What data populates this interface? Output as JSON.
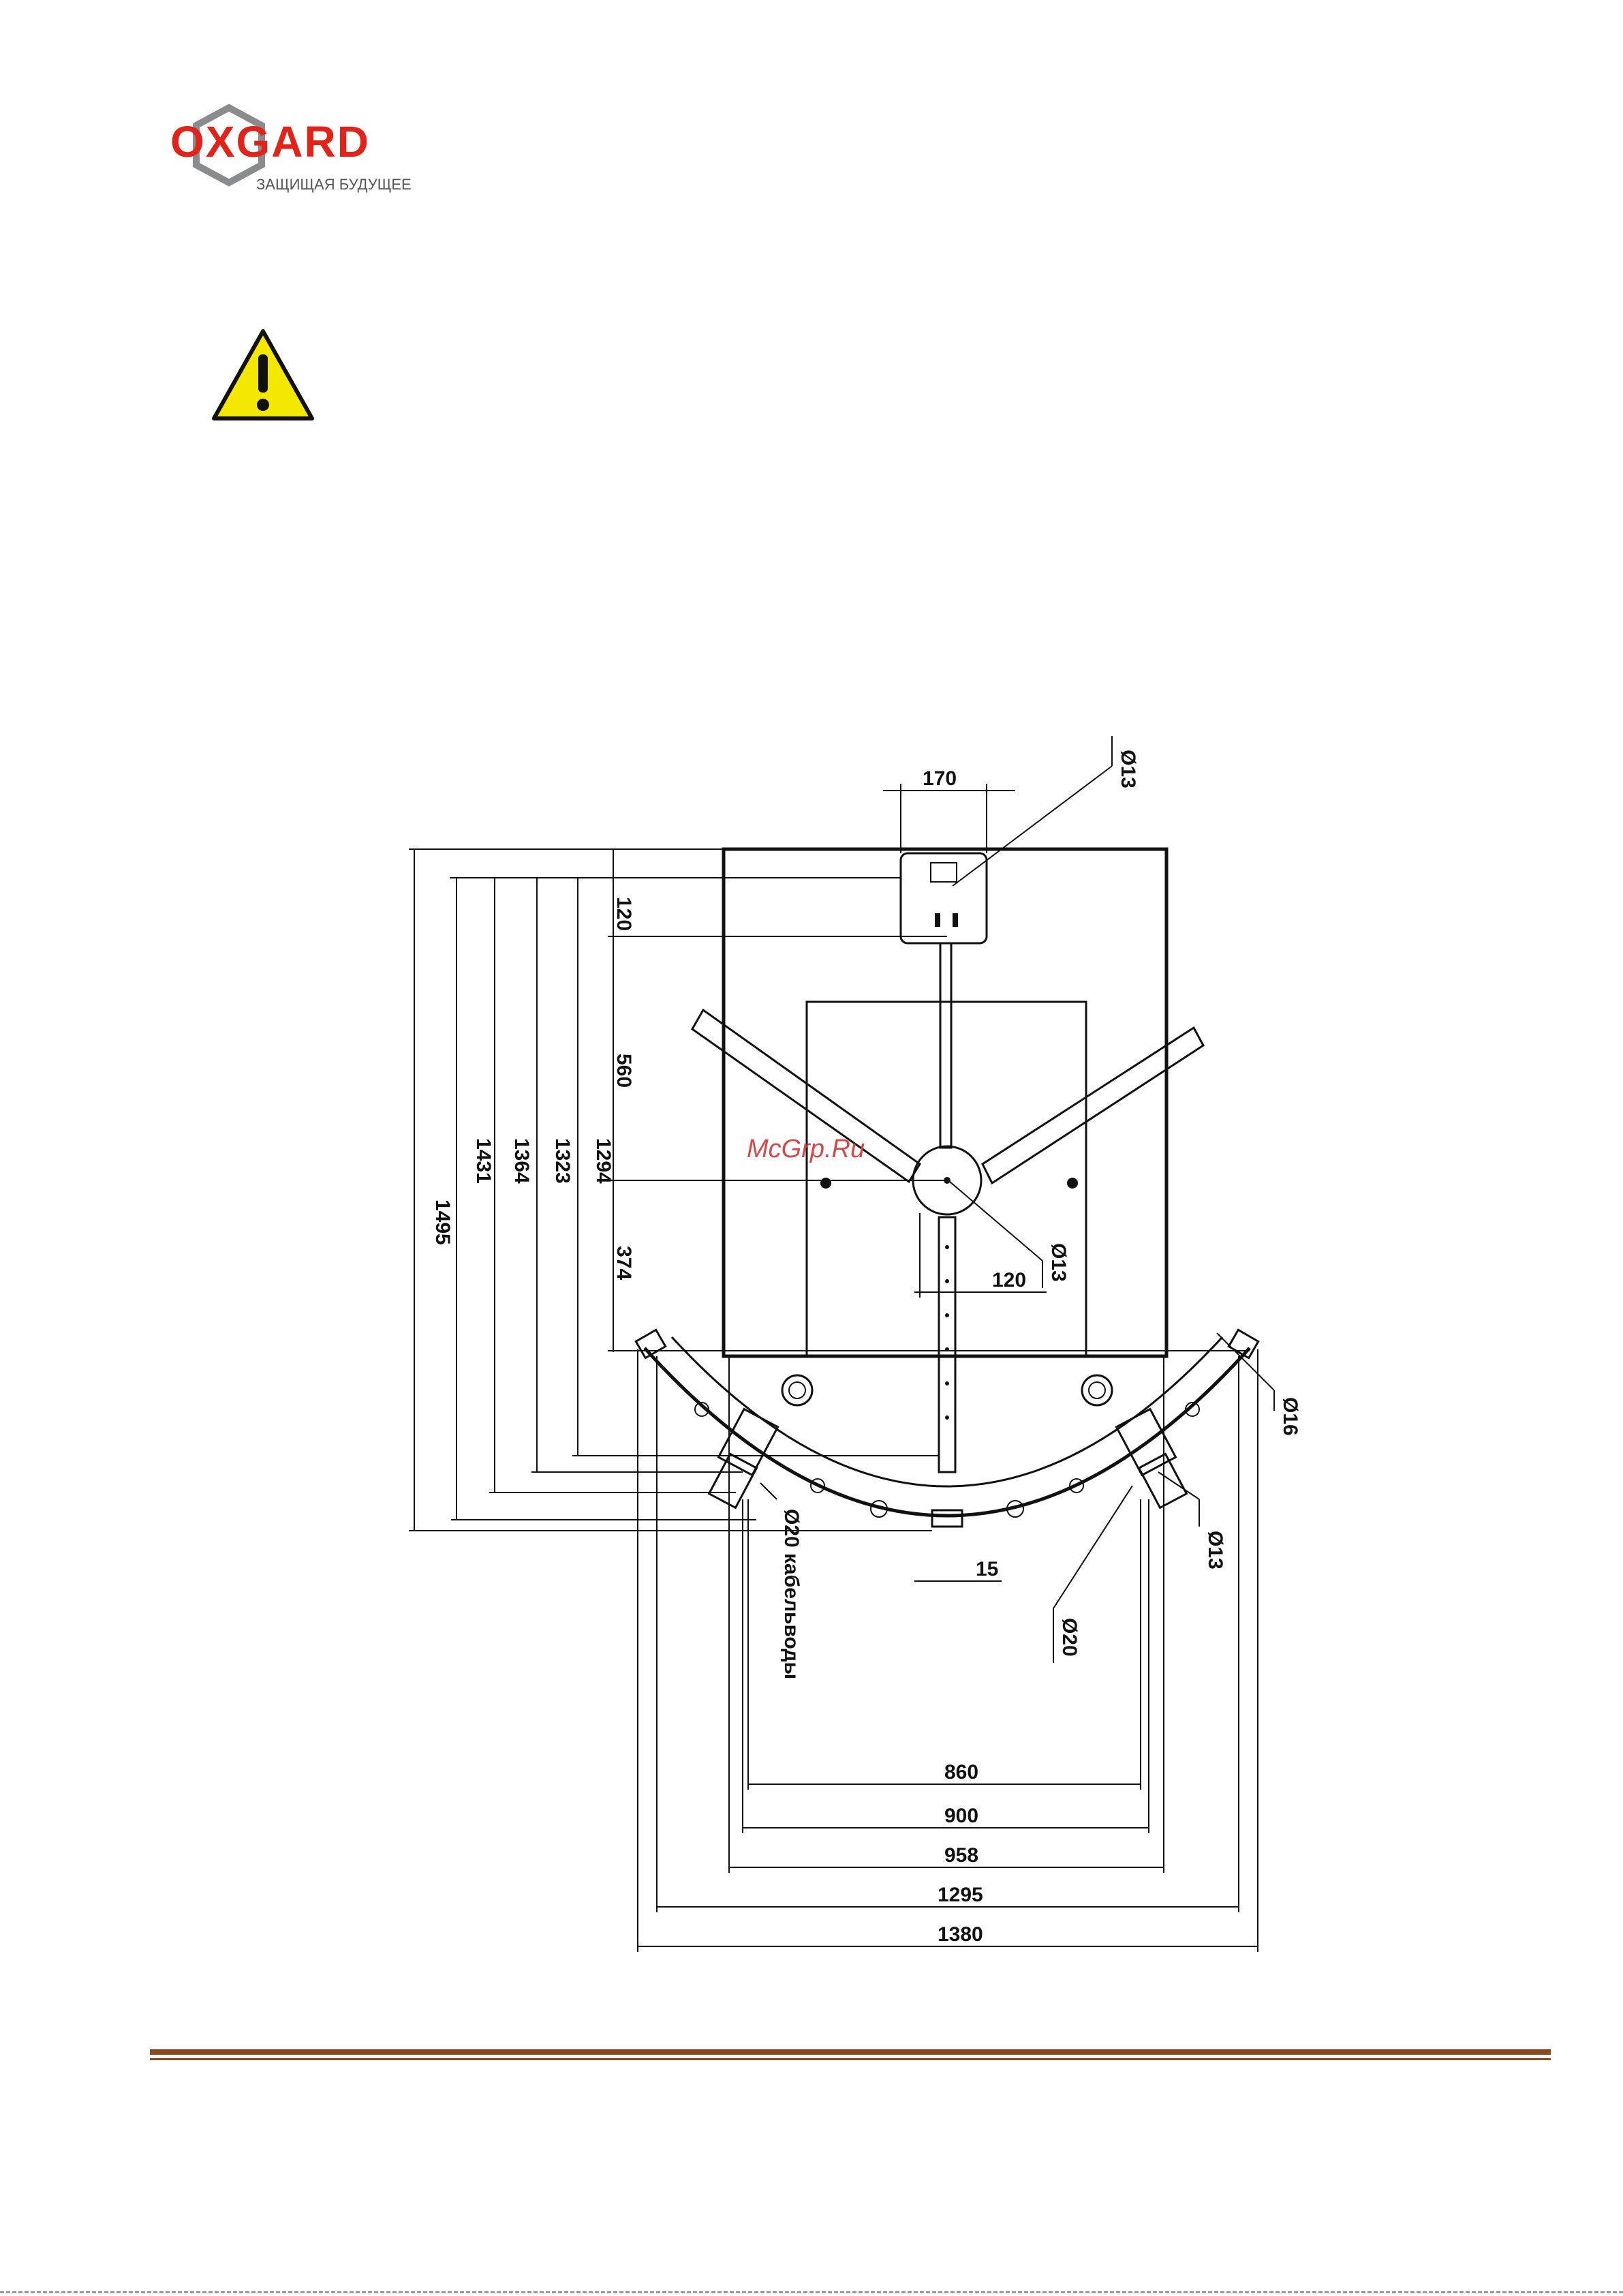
{
  "header": {
    "brand": "OXGARD",
    "tagline": "ЗАЩИЩАЯ БУДУЩЕЕ",
    "brand_color": "#e2231a",
    "brand_grey": "#6d6e71"
  },
  "warning_icon": "warning-triangle-icon",
  "drawing": {
    "watermark": "McGrp.Ru",
    "vertical_dims": [
      "1495",
      "1431",
      "1364",
      "1323",
      "1294",
      "120",
      "560",
      "374"
    ],
    "horizontal_dims": [
      "170",
      "120",
      "15",
      "860",
      "900",
      "958",
      "1295",
      "1380"
    ],
    "callouts": {
      "hole_top": "Ø13",
      "hole_center": "Ø13",
      "hole_right_end": "Ø16",
      "hole_right_bracket": "Ø13",
      "hole_right_base": "Ø20",
      "hole_left_base": "Ø20 кабельводы"
    }
  },
  "footer": {
    "rule_color": "#8a4a1c"
  }
}
